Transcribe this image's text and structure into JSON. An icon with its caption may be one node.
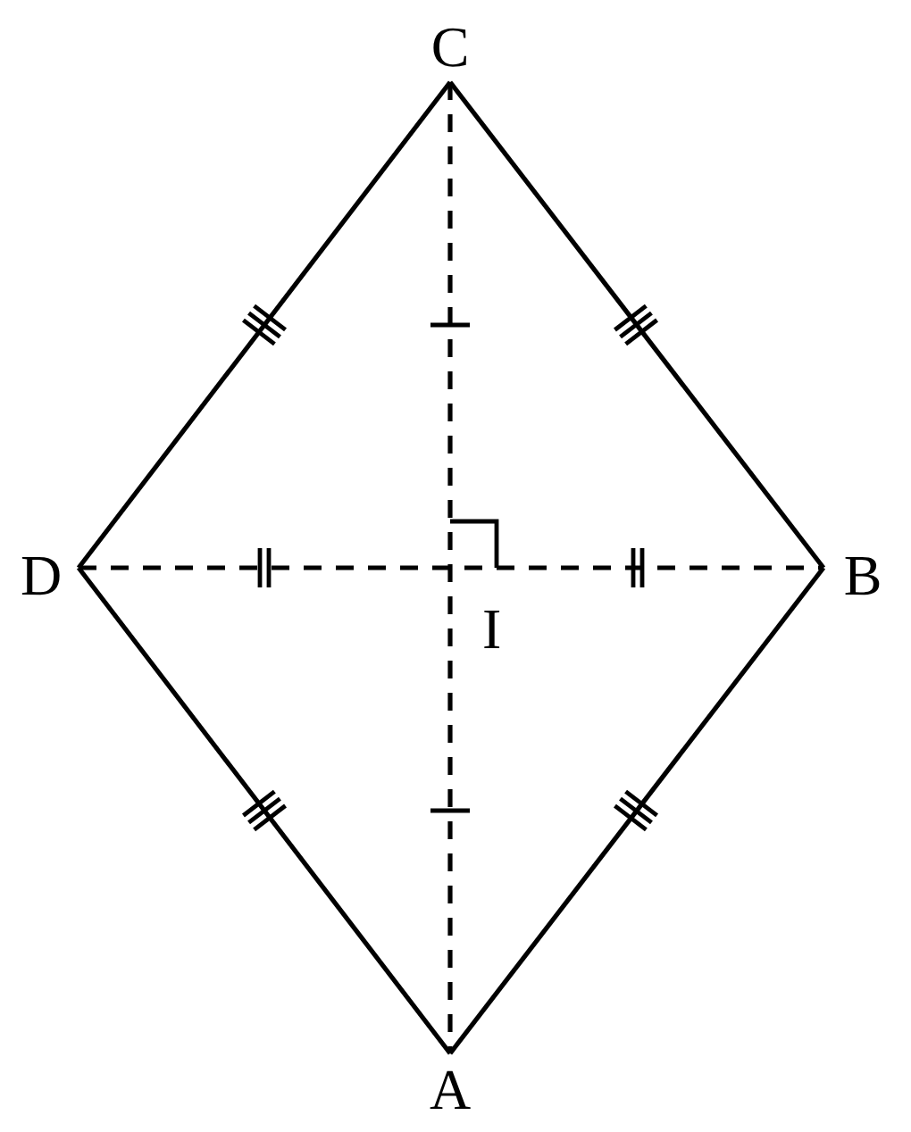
{
  "diagram": {
    "nodes": [
      {
        "text": [
          "C"
        ]
      },
      {
        "text": [
          "D"
        ]
      },
      {
        "text": [
          "B"
        ]
      },
      {
        "text": [
          "A"
        ]
      }
    ],
    "edges": [
      {
        "from": 0,
        "to": 1,
        "arrow": "none"
      },
      {
        "from": 0,
        "to": 2,
        "arrow": "none"
      },
      {
        "from": 1,
        "to": 3,
        "arrow": "none"
      },
      {
        "from": 2,
        "to": 3,
        "arrow": "none"
      },
      {
        "from": 0,
        "to": 3,
        "arrow": "none",
        "style": "dashed"
      },
      {
        "from": 1,
        "to": 2,
        "arrow": "none",
        "style": "dashed"
      }
    ],
    "labels": [
      "I"
    ]
  }
}
